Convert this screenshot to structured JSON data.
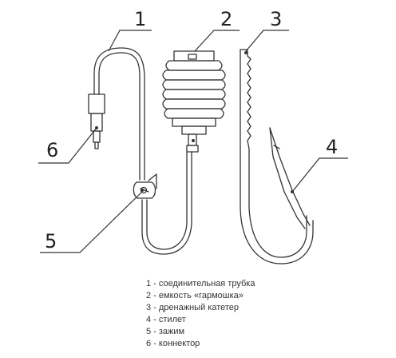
{
  "callouts": {
    "c1": "1",
    "c2": "2",
    "c3": "3",
    "c4": "4",
    "c5": "5",
    "c6": "6"
  },
  "legend": [
    "1 - соединительная трубка",
    "2 - емкость «гармошка»",
    "3 - дренажный катетер",
    "4 - стилет",
    "5 - зажим",
    "6 - коннектор"
  ],
  "colors": {
    "line": "#333333",
    "text": "#222222",
    "background": "#ffffff"
  }
}
